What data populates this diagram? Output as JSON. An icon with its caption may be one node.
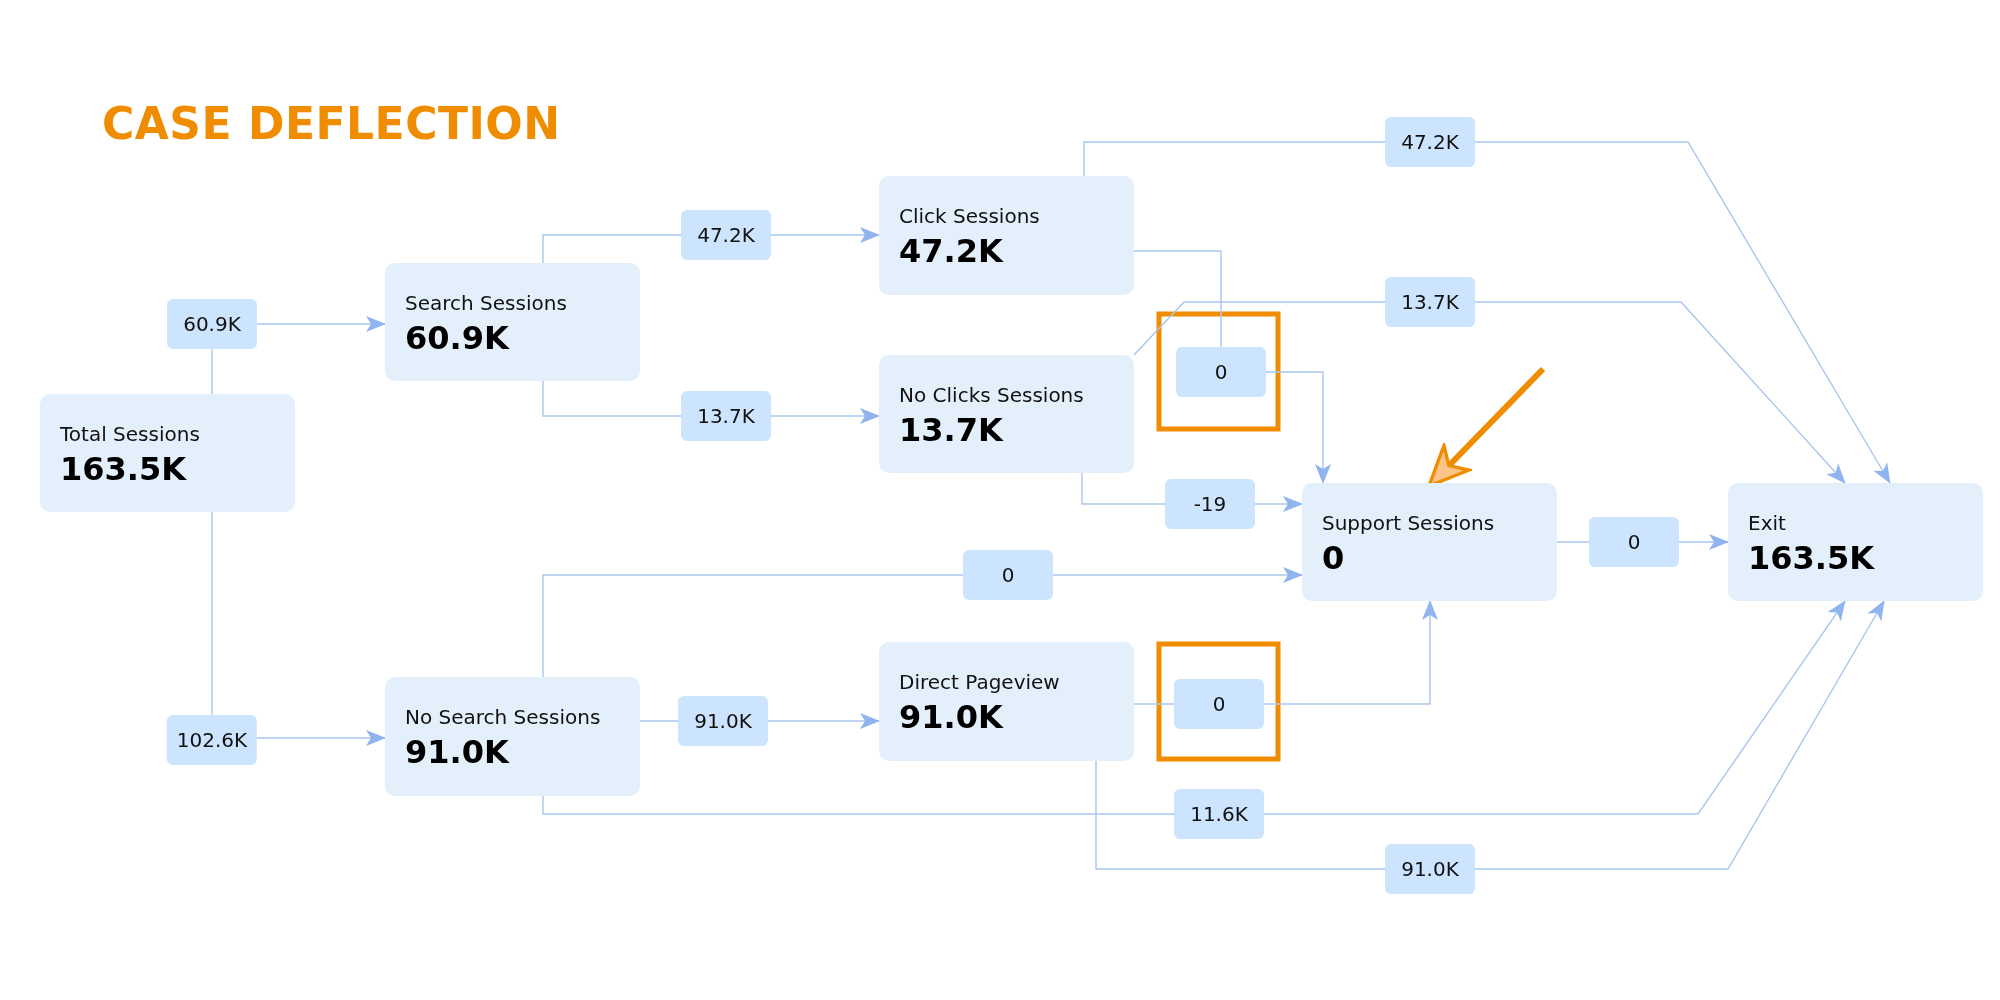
{
  "diagram": {
    "title": "CASE DEFLECTION",
    "nodes": [
      {
        "text": [
          "Total Sessions",
          "163.5K"
        ]
      },
      {
        "text": [
          "Search Sessions",
          "60.9K"
        ]
      },
      {
        "text": [
          "No Search Sessions",
          "91.0K"
        ]
      },
      {
        "text": [
          "Click Sessions",
          "47.2K"
        ]
      },
      {
        "text": [
          "No Clicks Sessions",
          "13.7K"
        ]
      },
      {
        "text": [
          "Direct Pageview",
          "91.0K"
        ]
      },
      {
        "text": [
          "Support Sessions",
          "0"
        ]
      },
      {
        "text": [
          "Exit",
          "163.5K"
        ]
      }
    ],
    "edges": [
      {
        "from": 0,
        "to": 1,
        "arrow": "to",
        "label": "60.9K"
      },
      {
        "from": 0,
        "to": 2,
        "arrow": "to",
        "label": "102.6K"
      },
      {
        "from": 1,
        "to": 3,
        "arrow": "to",
        "label": "47.2K"
      },
      {
        "from": 1,
        "to": 4,
        "arrow": "to",
        "label": "13.7K"
      },
      {
        "from": 3,
        "to": 7,
        "arrow": "to",
        "label": "47.2K"
      },
      {
        "from": 3,
        "to": 6,
        "arrow": "to",
        "label": "0"
      },
      {
        "from": 4,
        "to": 7,
        "arrow": "to",
        "label": "13.7K"
      },
      {
        "from": 4,
        "to": 6,
        "arrow": "to",
        "label": "-19"
      },
      {
        "from": 2,
        "to": 6,
        "arrow": "to",
        "label": "0"
      },
      {
        "from": 2,
        "to": 5,
        "arrow": "to",
        "label": "91.0K"
      },
      {
        "from": 5,
        "to": 6,
        "arrow": "to",
        "label": "0"
      },
      {
        "from": 6,
        "to": 7,
        "arrow": "to",
        "label": "0"
      },
      {
        "from": 2,
        "to": 7,
        "arrow": "to",
        "label": "11.6K"
      },
      {
        "from": 5,
        "to": 7,
        "arrow": "to",
        "label": "91.0K"
      },
      {
        "from": null,
        "to": 6,
        "arrow": "to",
        "style": "thick",
        "color": "#f08c00"
      }
    ]
  }
}
